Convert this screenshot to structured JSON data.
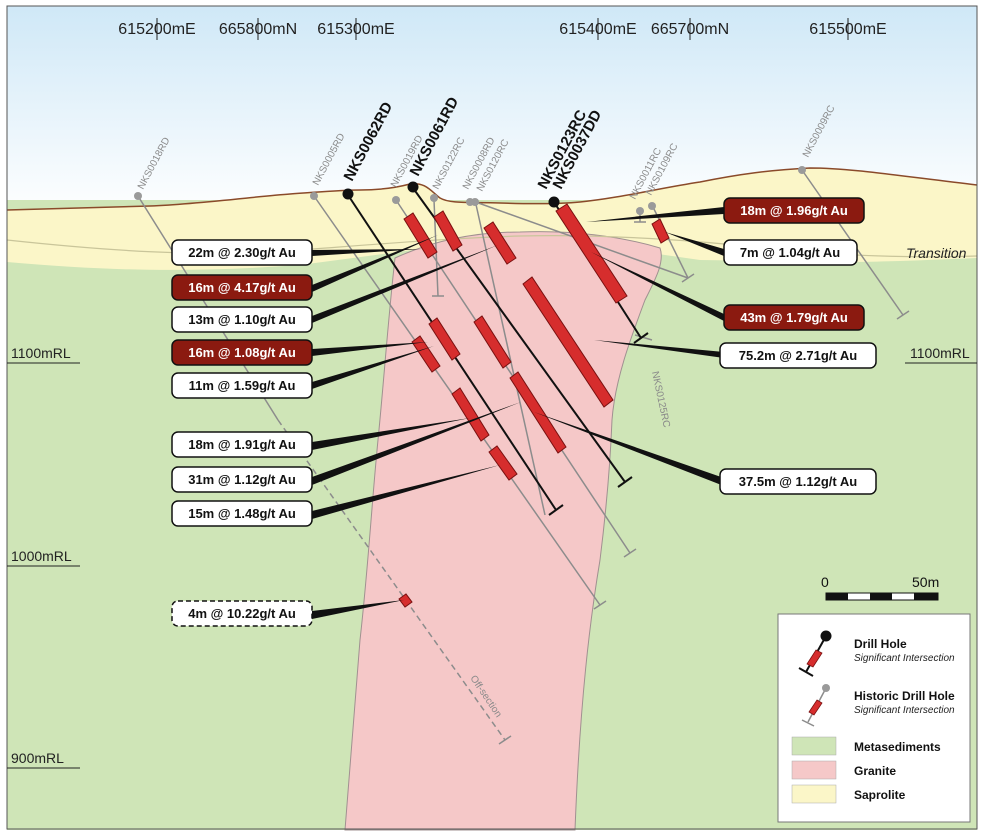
{
  "colors": {
    "sky_top": "#cfe8f7",
    "sky_bottom": "#ffffff",
    "metasediments": "#cfe5b7",
    "granite": "#f5c8c8",
    "saprolite": "#fbf6c8",
    "intersection": "#d62d2d",
    "callout_dark": "#8b1a10",
    "hole_current": "#111111",
    "hole_historic": "#8c8c8c"
  },
  "coordinates": {
    "top_labels": [
      "615200mE",
      "665800mN",
      "615300mE",
      "615400mE",
      "665700mN",
      "615500mE"
    ],
    "rl_left": [
      "1100mRL",
      "1000mRL",
      "900mRL"
    ],
    "rl_right": [
      "1100mRL"
    ],
    "transition": "Transition"
  },
  "holes": {
    "current": [
      "NKS0062RD",
      "NKS0061RD",
      "NKS0123RC",
      "NKS0037DD"
    ],
    "historic": [
      "NKS0018RD",
      "NKS0005RD",
      "NKS0019RD",
      "NKS0122RC",
      "NKS0008RD",
      "NKS0120RC",
      "NKS0011RC",
      "NKS0109RC",
      "NKS0009RC",
      "NKS0125RC"
    ],
    "off_section": "Off-section"
  },
  "callouts": [
    {
      "text": "22m @ 2.30g/t Au",
      "style": "light"
    },
    {
      "text": "16m @ 4.17g/t Au",
      "style": "dark"
    },
    {
      "text": "13m @ 1.10g/t Au",
      "style": "light"
    },
    {
      "text": "16m @ 1.08g/t Au",
      "style": "dark"
    },
    {
      "text": "11m @ 1.59g/t Au",
      "style": "light"
    },
    {
      "text": "18m @ 1.91g/t Au",
      "style": "light"
    },
    {
      "text": "31m @ 1.12g/t Au",
      "style": "light"
    },
    {
      "text": "15m @ 1.48g/t Au",
      "style": "light"
    },
    {
      "text": "4m @ 10.22g/t Au",
      "style": "dashed"
    },
    {
      "text": "18m @ 1.96g/t Au",
      "style": "dark"
    },
    {
      "text": "7m @ 1.04g/t Au",
      "style": "light"
    },
    {
      "text": "43m @ 1.79g/t Au",
      "style": "dark"
    },
    {
      "text": "75.2m @ 2.71g/t Au",
      "style": "light"
    },
    {
      "text": "37.5m @ 1.12g/t Au",
      "style": "light"
    }
  ],
  "scale": {
    "start": "0",
    "end": "50m"
  },
  "legend": {
    "drill_hole": "Drill Hole",
    "drill_hole_sub": "Significant Intersection",
    "historic": "Historic Drill Hole",
    "historic_sub": "Significant Intersection",
    "metasediments": "Metasediments",
    "granite": "Granite",
    "saprolite": "Saprolite"
  }
}
